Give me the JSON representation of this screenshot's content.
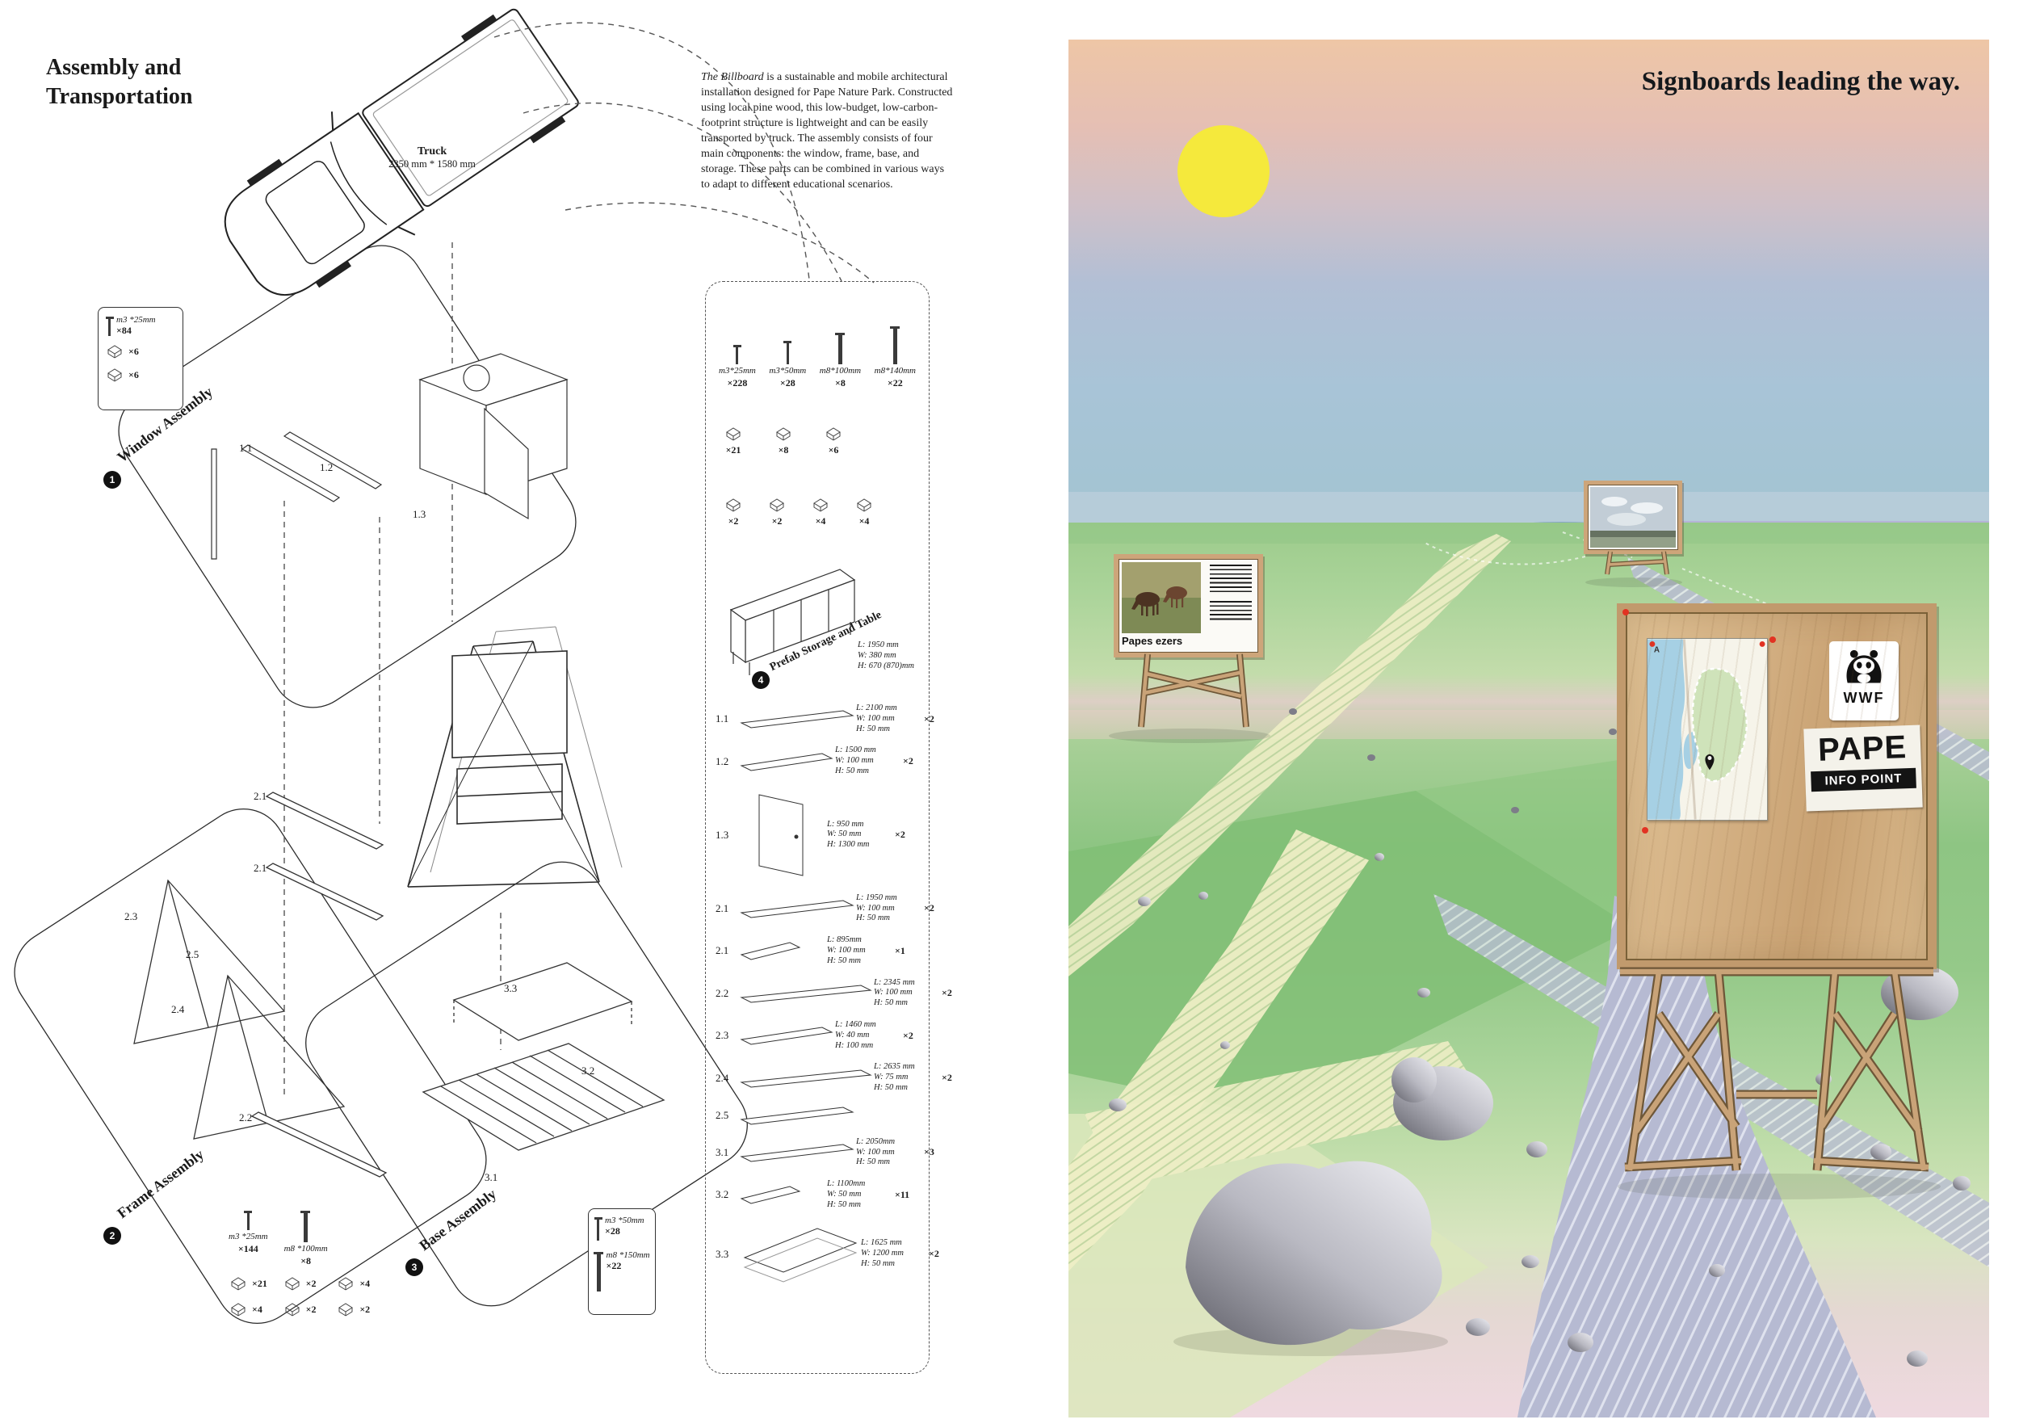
{
  "page": {
    "left_title": [
      "Assembly and",
      "Transportation"
    ],
    "right_title": "Signboards leading the way."
  },
  "truck": {
    "label": "Truck",
    "dims": "2350 mm * 1580 mm"
  },
  "intro": {
    "lead": "The Billboard",
    "body": " is a sustainable and mobile architectural installation designed for Pape Nature Park. Constructed using local pine wood, this low-budget, low-carbon-footprint structure is lightweight and can be easily transported by truck. The assembly consists of four main components: the window, frame, base, and storage. These parts can be combined in various ways to adapt to different educational scenarios."
  },
  "assemblies": {
    "window": {
      "num": "1",
      "label": "Window Assembly",
      "screws": [
        {
          "label": "m3 *25mm",
          "count": "×84"
        }
      ],
      "fittings": [
        "×6",
        "×6"
      ]
    },
    "frame": {
      "num": "2",
      "label": "Frame Assembly",
      "screws": [
        {
          "label": "m3 *25mm",
          "count": "×144"
        },
        {
          "label": "m8 *100mm",
          "count": "×8"
        }
      ],
      "fittings": [
        "×21",
        "×2",
        "×4",
        "×4",
        "×2",
        "×2"
      ]
    },
    "base": {
      "num": "3",
      "label": "Base Assembly",
      "screws": [
        {
          "label": "m3 *50mm",
          "count": "×28"
        },
        {
          "label": "m8 *150mm",
          "count": "×22"
        }
      ]
    },
    "storage": {
      "num": "4",
      "label": "Prefab Storage and Table",
      "dims": [
        "L: 1950 mm",
        "W: 380 mm",
        "H: 670 (870)mm"
      ],
      "screws": [
        {
          "label": "m3*25mm",
          "count": "×228"
        },
        {
          "label": "m3*50mm",
          "count": "×28"
        },
        {
          "label": "m8*100mm",
          "count": "×8"
        },
        {
          "label": "m8*140mm",
          "count": "×22"
        }
      ],
      "fittings_row1": [
        "×21",
        "×8",
        "×6"
      ],
      "fittings_row2": [
        "×2",
        "×2",
        "×4",
        "×4"
      ]
    }
  },
  "part_labels": [
    "1.1",
    "1.2",
    "1.3",
    "2.1",
    "2.1",
    "2.3",
    "2.5",
    "2.4",
    "2.2",
    "3.3",
    "3.2",
    "3.1"
  ],
  "parts_list": [
    {
      "id": "1.1",
      "icon": "beam-l",
      "dims": [
        "L: 2100 mm",
        "W: 100 mm",
        "H: 50 mm"
      ],
      "count": "×2"
    },
    {
      "id": "1.2",
      "icon": "beam-m",
      "dims": [
        "L: 1500 mm",
        "W: 100 mm",
        "H: 50 mm"
      ],
      "count": "×2"
    },
    {
      "id": "1.3",
      "icon": "door",
      "dims": [
        "L: 950 mm",
        "W: 50 mm",
        "H: 1300 mm"
      ],
      "count": "×2"
    },
    {
      "id": "2.1",
      "icon": "beam-l",
      "dims": [
        "L: 1950 mm",
        "W: 100 mm",
        "H: 50 mm"
      ],
      "count": "×2"
    },
    {
      "id": "2.1",
      "icon": "beam-s",
      "dims": [
        "L: 895mm",
        "W: 100 mm",
        "H: 50 mm"
      ],
      "count": "×1"
    },
    {
      "id": "2.2",
      "icon": "beam-xl",
      "dims": [
        "L: 2345 mm",
        "W: 100 mm",
        "H: 50 mm"
      ],
      "count": "×2"
    },
    {
      "id": "2.3",
      "icon": "beam-m",
      "dims": [
        "L: 1460 mm",
        "W: 40 mm",
        "H: 100 mm"
      ],
      "count": "×2"
    },
    {
      "id": "2.4",
      "icon": "beam-xl",
      "dims": [
        "L: 2635 mm",
        "W: 75 mm",
        "H: 50 mm"
      ],
      "count": "×2"
    },
    {
      "id": "2.5",
      "icon": "beam-l",
      "dims": [],
      "count": ""
    },
    {
      "id": "3.1",
      "icon": "beam-l",
      "dims": [
        "L: 2050mm",
        "W: 100 mm",
        "H: 50 mm"
      ],
      "count": "×3"
    },
    {
      "id": "3.2",
      "icon": "beam-s",
      "dims": [
        "L: 1100mm",
        "W: 50 mm",
        "H: 50 mm"
      ],
      "count": "×11"
    },
    {
      "id": "3.3",
      "icon": "panel",
      "dims": [
        "L: 1625 mm",
        "W: 1200 mm",
        "H: 50 mm"
      ],
      "count": "×2"
    }
  ],
  "scene": {
    "sign_papes": {
      "label": "Papes ezers"
    },
    "sign_info": {
      "wwf": "WWF",
      "map_marker": "A",
      "title": "PAPE",
      "subtitle": "INFO POINT"
    }
  },
  "colors": {
    "sun": "#f5e93c",
    "wood": "#c9a378",
    "sky_top": "#eec6a6",
    "field_green": "#8fc684",
    "road": "#b6bad2",
    "red_pin": "#e23222"
  }
}
